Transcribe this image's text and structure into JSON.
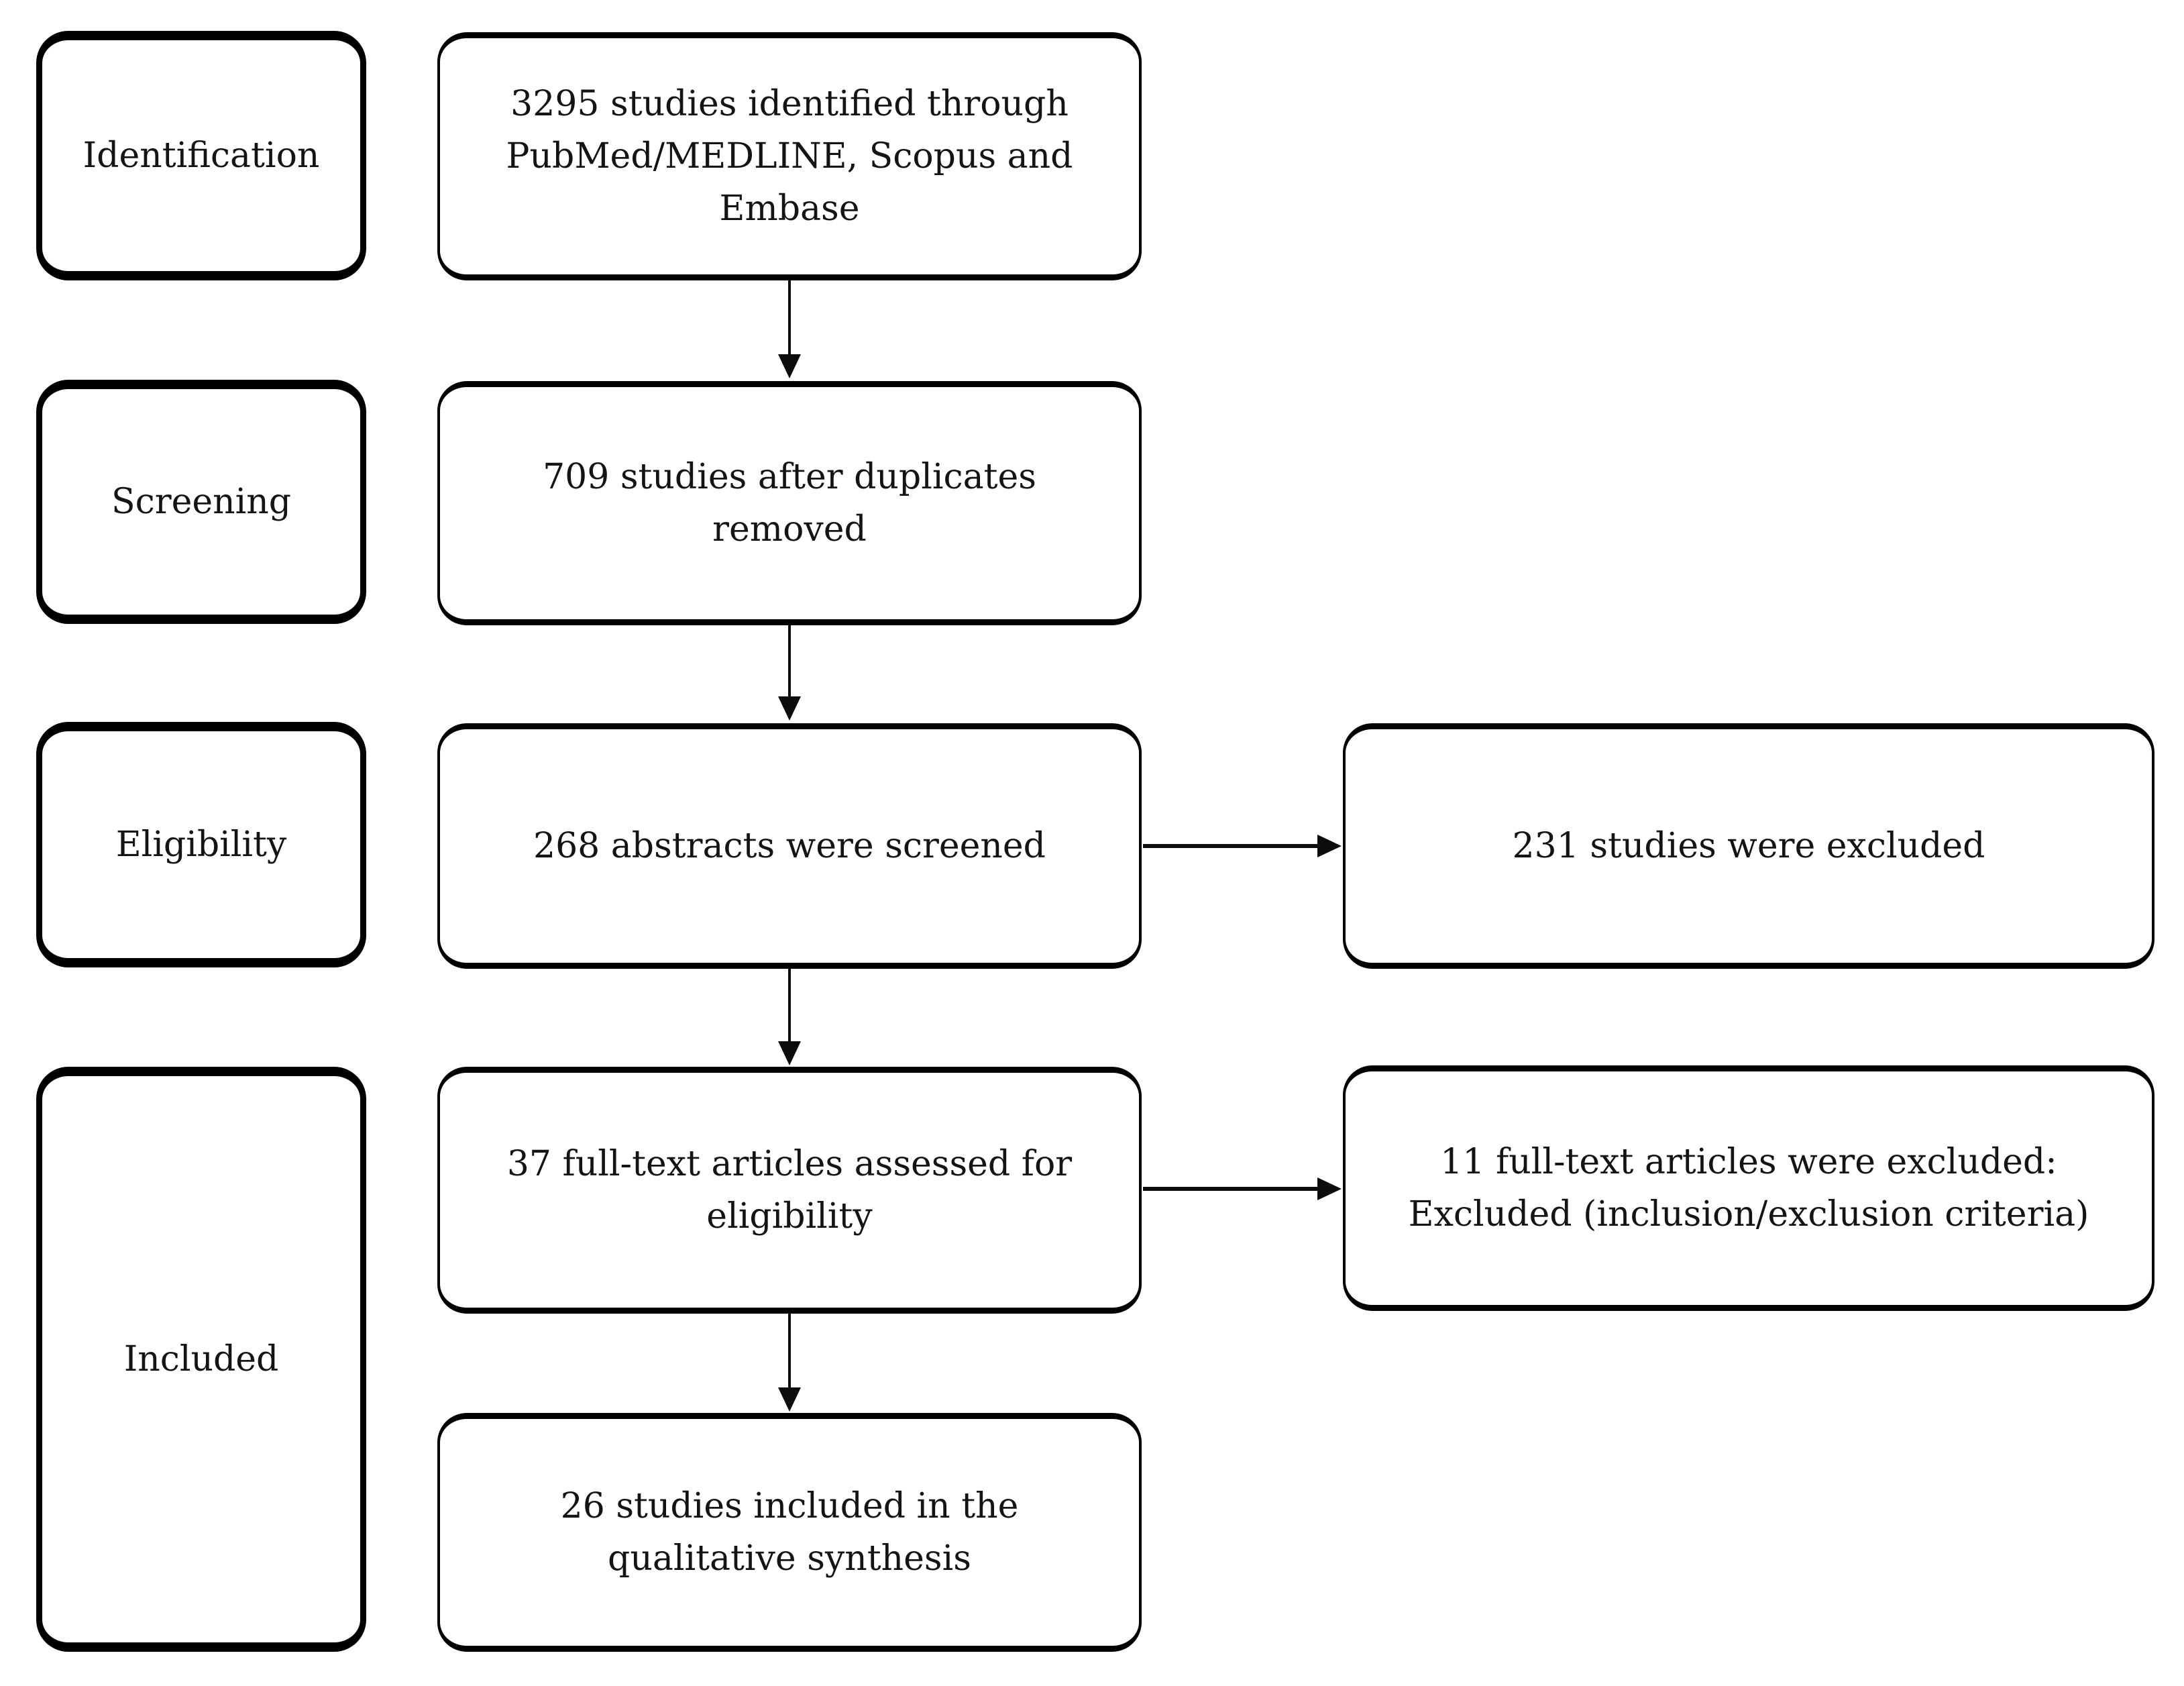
{
  "stages": [
    {
      "label": "Identification"
    },
    {
      "label": "Screening"
    },
    {
      "label": "Eligibility"
    },
    {
      "label": "Included"
    }
  ],
  "flow": [
    {
      "lines": [
        "3295 studies identified through",
        "PubMed/MEDLINE, Scopus and",
        "Embase"
      ]
    },
    {
      "lines": [
        "709 studies after duplicates",
        "removed"
      ]
    },
    {
      "lines": [
        "268 abstracts were screened"
      ]
    },
    {
      "lines": [
        "37 full-text articles assessed for",
        "eligibility"
      ]
    },
    {
      "lines": [
        "26 studies included in the",
        "qualitative synthesis"
      ]
    }
  ],
  "exclusions": [
    {
      "lines": [
        "231 studies were excluded"
      ]
    },
    {
      "lines": [
        "11 full-text articles were excluded:",
        "Excluded (inclusion/exclusion criteria)"
      ]
    }
  ],
  "colors": {
    "border": "#000000",
    "background": "#ffffff",
    "text": "#141414"
  }
}
